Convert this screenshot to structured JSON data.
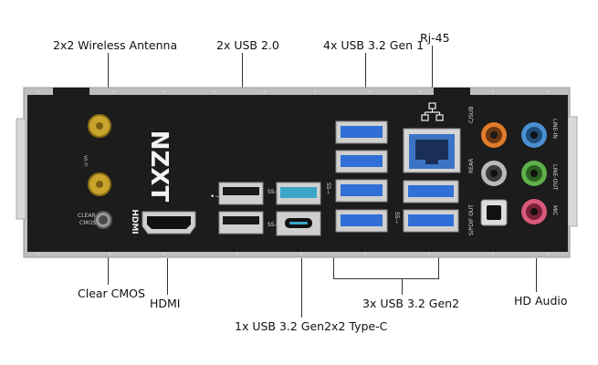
{
  "labels": {
    "wireless_antenna": "2x2 Wireless Antenna",
    "usb20": "2x USB 2.0",
    "usb32_gen1": "4x USB 3.2 Gen 1",
    "rj45": "Rj-45",
    "clear_cmos": "Clear CMOS",
    "hdmi": "HDMI",
    "usb_typec": "1x USB 3.2 Gen2x2 Type-C",
    "usb32_gen2": "3x USB 3.2 Gen2",
    "hd_audio": "HD Audio"
  },
  "panel": {
    "brand": "NZXT",
    "wifi_label": "WI-FI",
    "clear_cmos_print": "CLEAR\nCMOS",
    "hdmi_print": "HDMI",
    "rear": "REAR",
    "csub": "C/SUB",
    "line_in": "LINE-IN",
    "line_out": "LINE-OUT",
    "mic": "MIC",
    "spdif": "S/PDIF OUT"
  },
  "colors": {
    "panel": "#1c1c1c",
    "usb3_blue": "#2f6fd6",
    "typec_teal": "#3aa6c9",
    "antenna_gold": "#c9a42c",
    "audio_orange": "#e07b2a",
    "audio_blue": "#4a8fd1",
    "audio_green": "#5fb04a",
    "audio_pink": "#d9597a",
    "audio_black": "#3a3a3a"
  }
}
